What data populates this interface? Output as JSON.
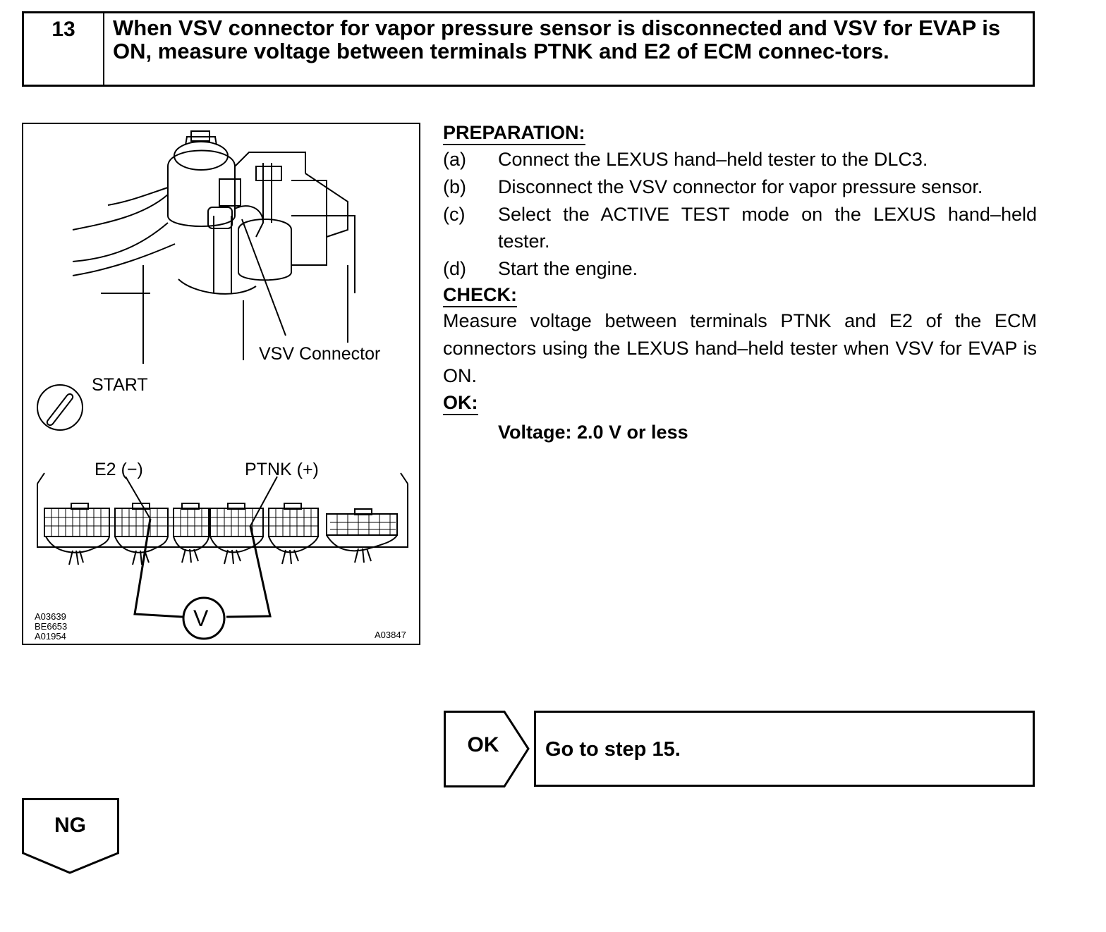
{
  "step": {
    "number": "13",
    "title": "When VSV connector for vapor pressure sensor is disconnected and VSV for EVAP is ON, measure voltage between terminals PTNK and E2 of ECM connec-tors."
  },
  "figure": {
    "labels": {
      "vsv_connector": "VSV Connector",
      "start": "START",
      "e2": "E2 (−)",
      "ptnk": "PTNK (+)",
      "voltmeter": "V"
    },
    "codes_left": [
      "A03639",
      "BE6653",
      "A01954"
    ],
    "code_right": "A03847"
  },
  "preparation": {
    "heading": "PREPARATION:",
    "steps": [
      {
        "letter": "(a)",
        "text": "Connect the LEXUS hand–held tester to the DLC3."
      },
      {
        "letter": "(b)",
        "text": "Disconnect the VSV connector for vapor pressure sensor."
      },
      {
        "letter": "(c)",
        "text": "Select the ACTIVE TEST mode on the LEXUS hand–held tester."
      },
      {
        "letter": "(d)",
        "text": "Start the engine."
      }
    ]
  },
  "check": {
    "heading": "CHECK:",
    "text": "Measure voltage between terminals PTNK and E2 of the ECM connectors using the LEXUS hand–held tester when VSV for EVAP is ON."
  },
  "ok": {
    "heading": "OK:",
    "spec": "Voltage: 2.0 V or less"
  },
  "result_ok": {
    "label": "OK",
    "action": "Go to step 15."
  },
  "result_ng": {
    "label": "NG"
  }
}
